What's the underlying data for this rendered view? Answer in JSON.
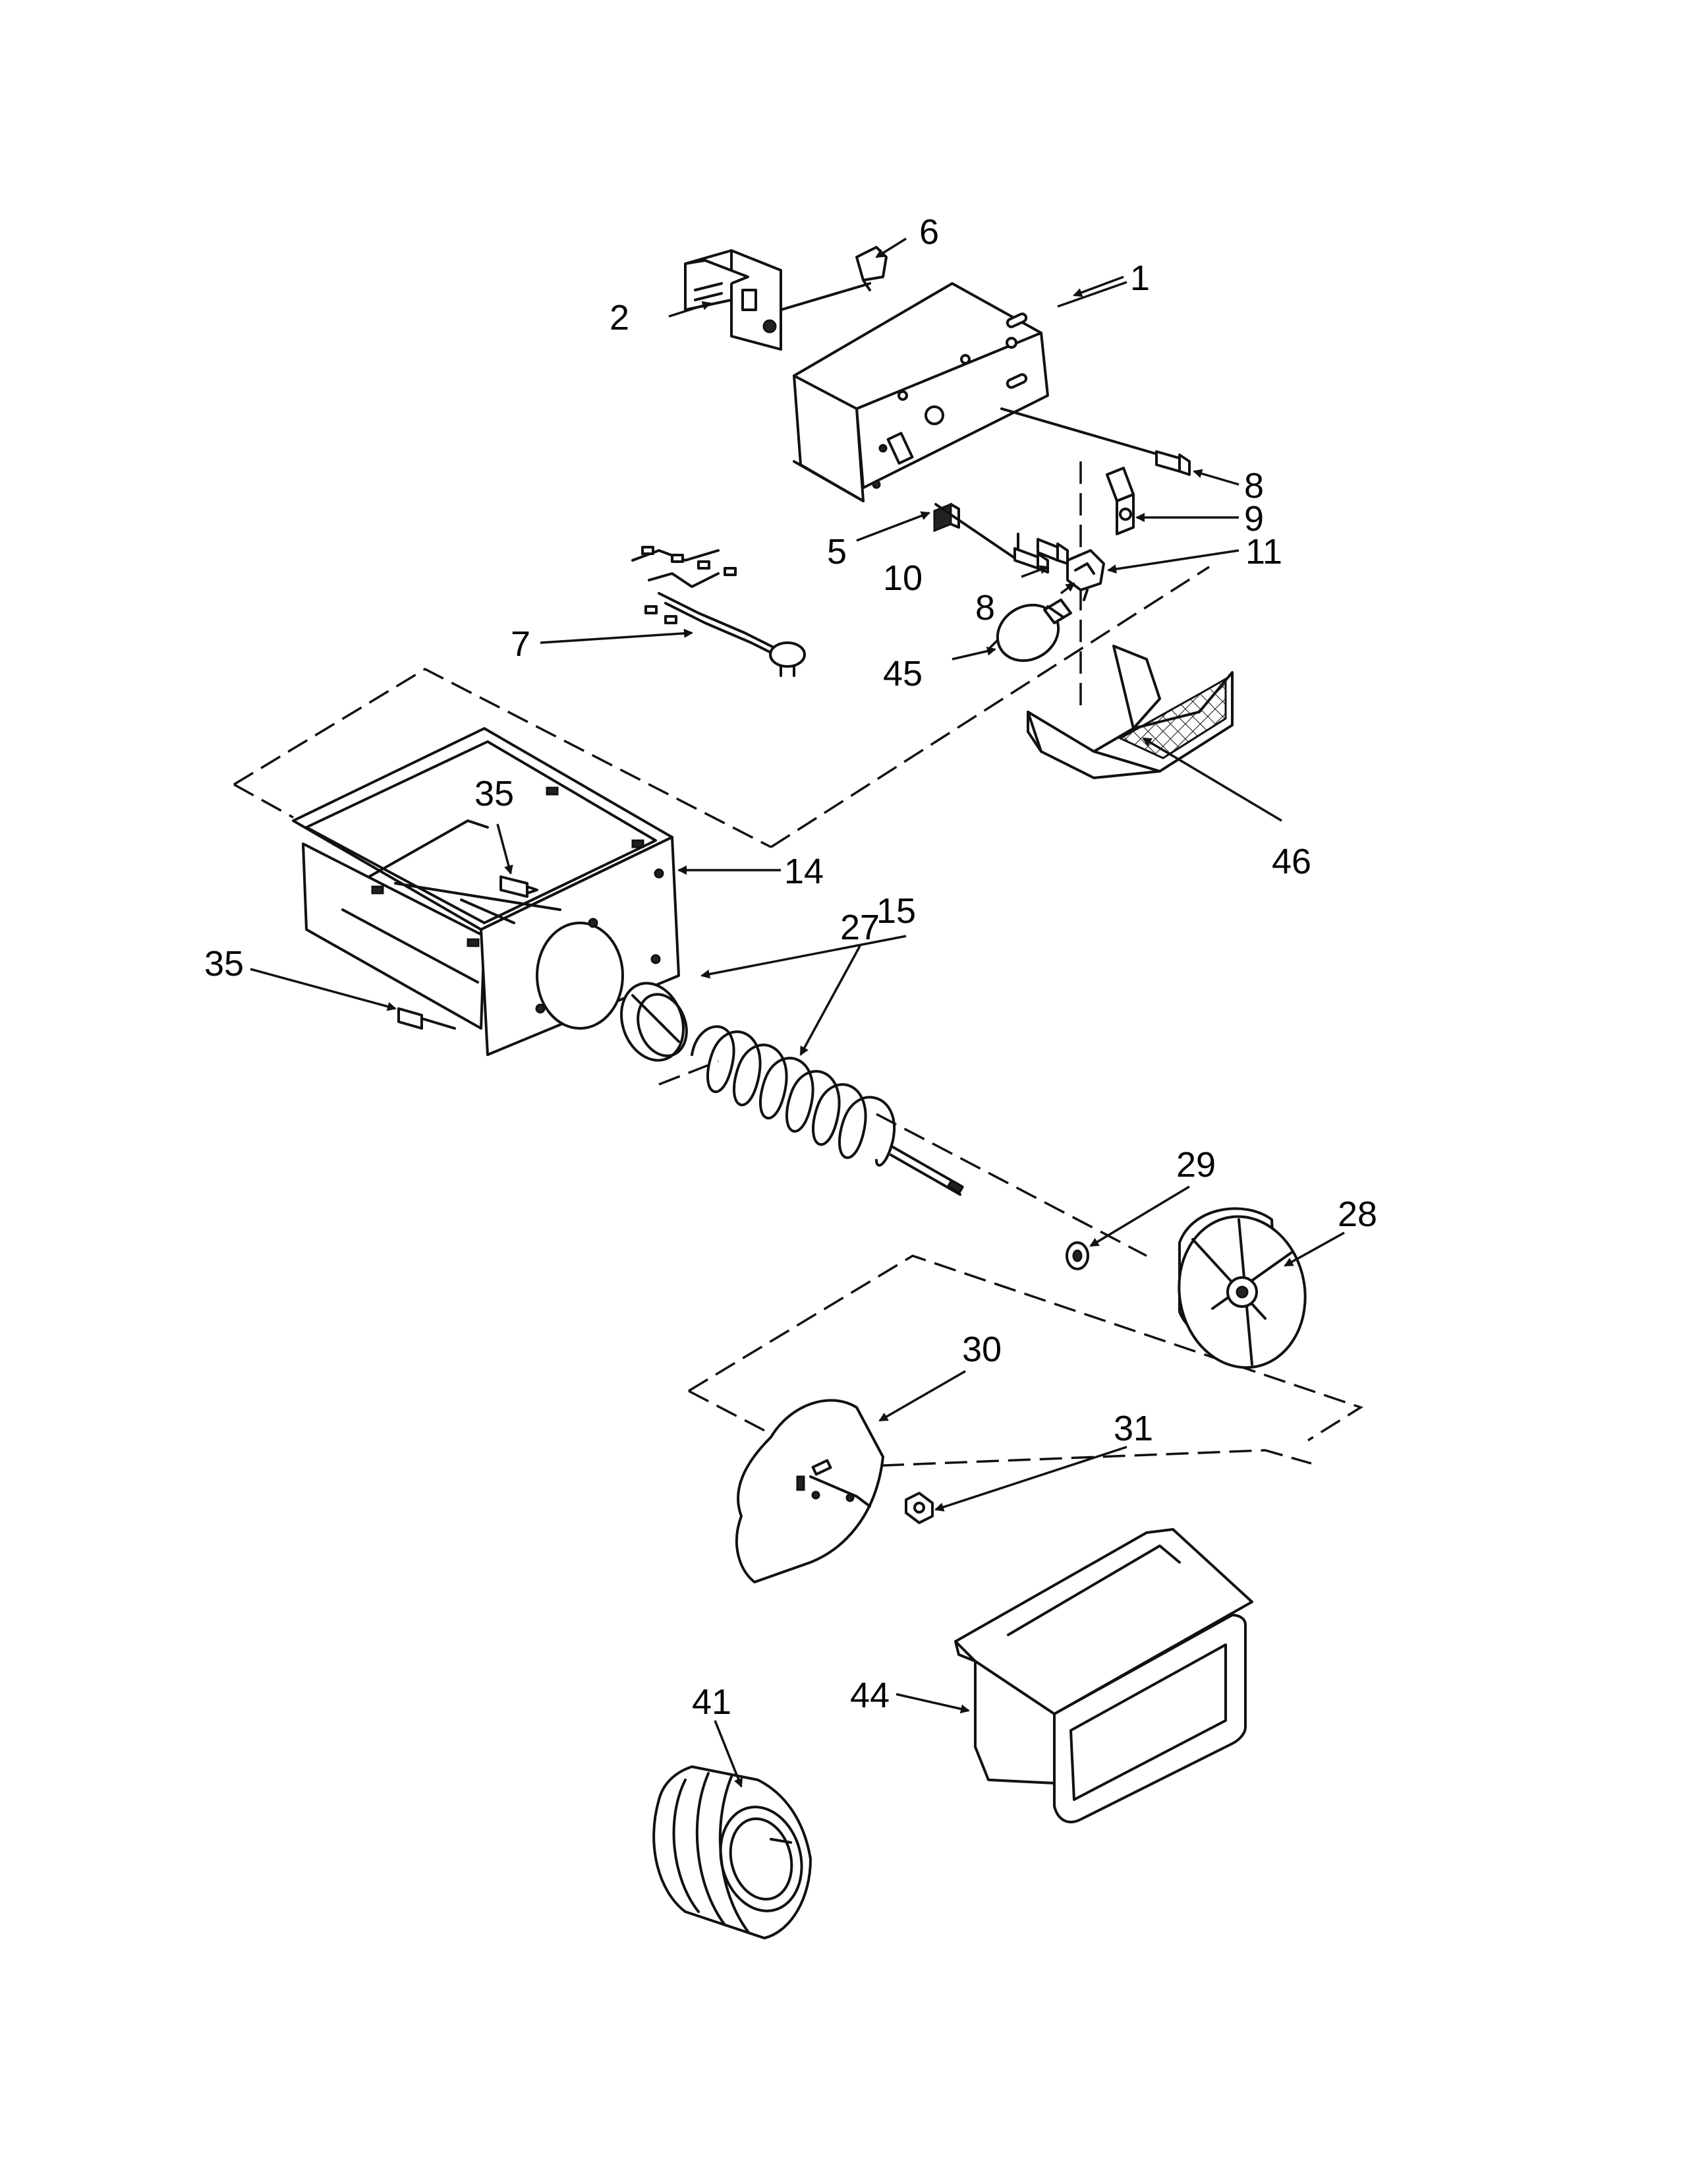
{
  "diagram": {
    "callouts": {
      "c1": "1",
      "c2": "2",
      "c5": "5",
      "c6": "6",
      "c7": "7",
      "c8a": "8",
      "c8b": "8",
      "c9": "9",
      "c10": "10",
      "c11": "11",
      "c14": "14",
      "c15": "15",
      "c27": "27",
      "c28": "28",
      "c29": "29",
      "c30": "30",
      "c31": "31",
      "c35a": "35",
      "c35b": "35",
      "c41": "41",
      "c44": "44",
      "c45": "45",
      "c46": "46"
    }
  }
}
